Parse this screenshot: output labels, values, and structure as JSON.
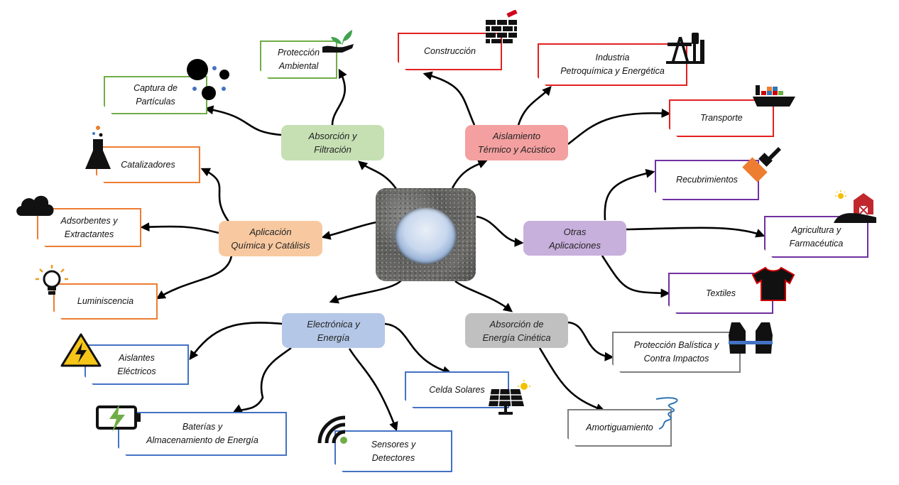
{
  "center": {
    "name": "material-sample-photo"
  },
  "hubs": [
    {
      "id": "absorcion",
      "label": "Absorción y\nFiltración",
      "color": "#c6e0b4"
    },
    {
      "id": "aislamiento",
      "label": "Aislamiento\nTérmico y Acústico",
      "color": "#f4a0a0"
    },
    {
      "id": "quimica",
      "label": "Aplicación\nQuímica y Catálisis",
      "color": "#f8c9a0"
    },
    {
      "id": "otras",
      "label": "Otras\nAplicaciones",
      "color": "#c8b0dc"
    },
    {
      "id": "electronica",
      "label": "Electrónica y\nEnergía",
      "color": "#b4c7e7"
    },
    {
      "id": "cinetica",
      "label": "Absorción de\nEnergía Cinética",
      "color": "#c0c0c0"
    }
  ],
  "leaves": [
    {
      "id": "proteccion-ambiental",
      "label": "Protección\nAmbiental",
      "color": "#70ad47",
      "icon": "plant-hand-icon"
    },
    {
      "id": "captura",
      "label": "Captura de\nPartículas",
      "color": "#70ad47",
      "icon": "particles-icon"
    },
    {
      "id": "construccion",
      "label": "Construcción",
      "color": "#e32020",
      "icon": "brick-wall-icon"
    },
    {
      "id": "industria",
      "label": "Industria\nPetroquímica y Energética",
      "color": "#e32020",
      "icon": "oil-pump-icon"
    },
    {
      "id": "transporte",
      "label": "Transporte",
      "color": "#e32020",
      "icon": "cargo-ship-icon"
    },
    {
      "id": "catalizadores",
      "label": "Catalizadores",
      "color": "#ed7d31",
      "icon": "flask-icon"
    },
    {
      "id": "adsorbentes",
      "label": "Adsorbentes y\nExtractantes",
      "color": "#ed7d31",
      "icon": "cloud-icon"
    },
    {
      "id": "luminiscencia",
      "label": "Luminiscencia",
      "color": "#ed7d31",
      "icon": "light-bulb-icon"
    },
    {
      "id": "recubrimientos",
      "label": "Recubrimientos",
      "color": "#7030a0",
      "icon": "paint-brush-icon"
    },
    {
      "id": "agricultura",
      "label": "Agricultura y\nFarmacéutica",
      "color": "#7030a0",
      "icon": "barn-icon"
    },
    {
      "id": "textiles",
      "label": "Textiles",
      "color": "#7030a0",
      "icon": "t-shirt-icon"
    },
    {
      "id": "aislantes",
      "label": "Aislantes\nEléctricos",
      "color": "#4472c4",
      "icon": "high-voltage-icon"
    },
    {
      "id": "baterias",
      "label": "Baterías y\nAlmacenamiento de Energía",
      "color": "#4472c4",
      "icon": "battery-icon"
    },
    {
      "id": "sensores",
      "label": "Sensores y\nDetectores",
      "color": "#4472c4",
      "icon": "signal-icon"
    },
    {
      "id": "celda",
      "label": "Celda Solares",
      "color": "#4472c4",
      "icon": "solar-panel-icon"
    },
    {
      "id": "balistica",
      "label": "Protección Balística y\nContra Impactos",
      "color": "#7f7f7f",
      "icon": "vest-icon"
    },
    {
      "id": "amortiguamiento",
      "label": "Amortiguamiento",
      "color": "#7f7f7f",
      "icon": "spring-icon"
    }
  ]
}
